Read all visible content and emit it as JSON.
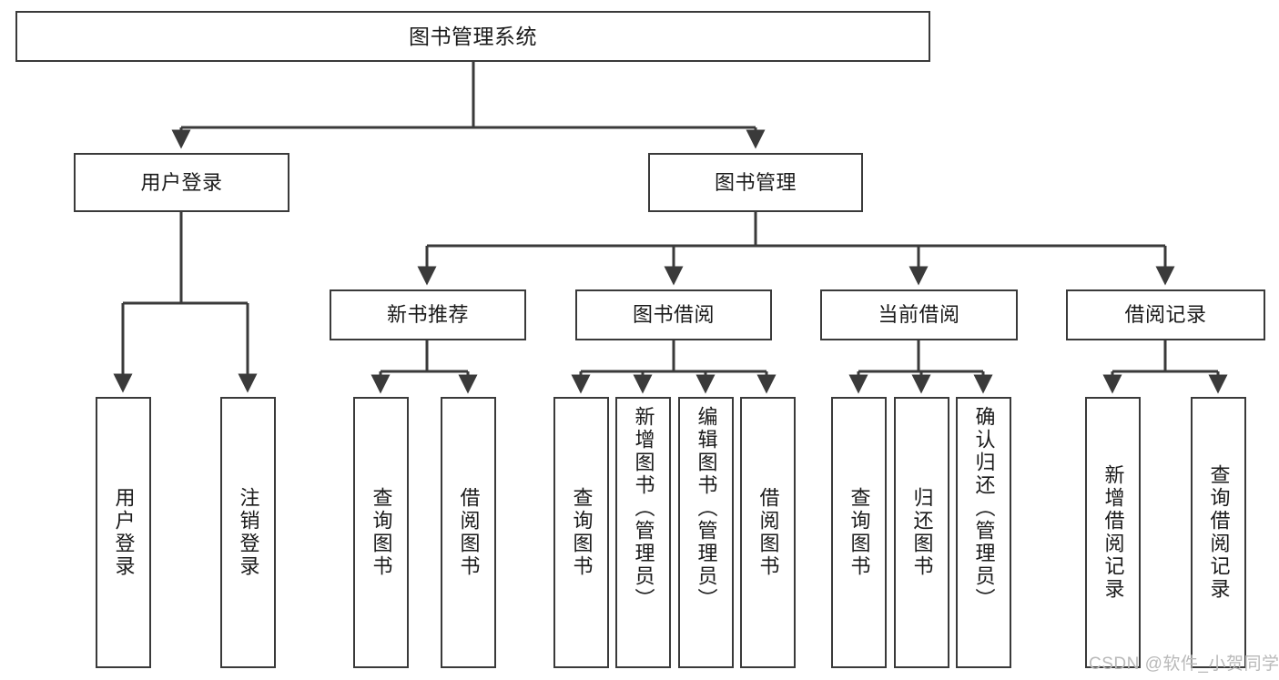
{
  "diagram": {
    "title": "图书管理系统",
    "type": "tree-hierarchy-chart",
    "watermark": "CSDN @软件_小贺同学",
    "colors": {
      "box_border": "#3a3a3a",
      "box_fill": "#ffffff",
      "edge": "#3a3a3a",
      "text": "#1a1a1a",
      "watermark": "#b9b9b9"
    },
    "nodes": {
      "root": {
        "label": "图书管理系统"
      },
      "level2": [
        {
          "id": "user-login",
          "label": "用户登录"
        },
        {
          "id": "book-manage",
          "label": "图书管理"
        }
      ],
      "level3": [
        {
          "id": "new-book-rec",
          "label": "新书推荐"
        },
        {
          "id": "book-borrow",
          "label": "图书借阅"
        },
        {
          "id": "current-borrow",
          "label": "当前借阅"
        },
        {
          "id": "borrow-record",
          "label": "借阅记录"
        }
      ],
      "leaves": {
        "user-login": [
          {
            "id": "leaf-user-login",
            "label": "用户登录",
            "align": "centered"
          },
          {
            "id": "leaf-user-logout",
            "label": "注销登录",
            "align": "centered"
          }
        ],
        "new-book-rec": [
          {
            "id": "leaf-query-book-1",
            "label": "查询图书",
            "align": "centered"
          },
          {
            "id": "leaf-borrow-book-1",
            "label": "借阅图书",
            "align": "centered"
          }
        ],
        "book-borrow": [
          {
            "id": "leaf-query-book-2",
            "label": "查询图书",
            "align": "centered"
          },
          {
            "id": "leaf-add-book-admin",
            "label": "新增图书（管理员）",
            "align": "top"
          },
          {
            "id": "leaf-edit-book-admin",
            "label": "编辑图书（管理员）",
            "align": "top"
          },
          {
            "id": "leaf-borrow-book-2",
            "label": "借阅图书",
            "align": "centered"
          }
        ],
        "current-borrow": [
          {
            "id": "leaf-query-book-3",
            "label": "查询图书",
            "align": "centered"
          },
          {
            "id": "leaf-return-book",
            "label": "归还图书",
            "align": "centered"
          },
          {
            "id": "leaf-confirm-return-admin",
            "label": "确认归还（管理员）",
            "align": "top"
          }
        ],
        "borrow-record": [
          {
            "id": "leaf-add-borrow-record",
            "label": "新增借阅记录",
            "align": "centered"
          },
          {
            "id": "leaf-query-borrow-record",
            "label": "查询借阅记录",
            "align": "centered"
          }
        ]
      }
    }
  }
}
